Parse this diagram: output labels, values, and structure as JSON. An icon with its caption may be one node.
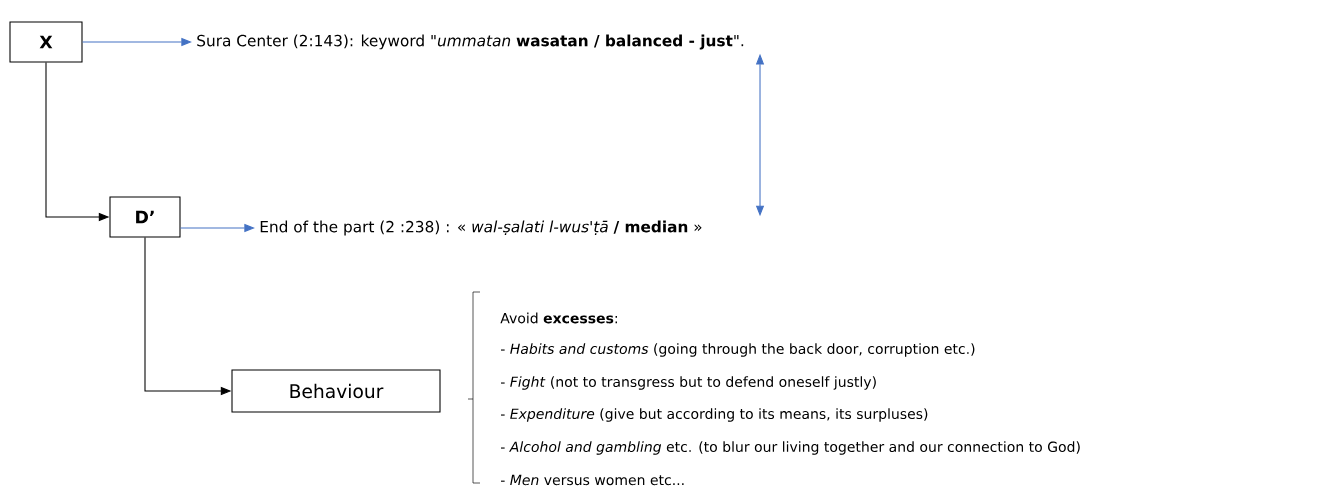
{
  "diagram": {
    "nodes": [
      {
        "text": [
          "X"
        ]
      },
      {
        "text": [
          "Sura Center (2:143): keyword \"*ummatan* **wasatan / balanced - just**\"."
        ]
      },
      {
        "text": [
          "D’"
        ]
      },
      {
        "text": [
          "End of the part (2 :238) : « *wal-ṣalati l-wus'ṭā* **/ median**  »"
        ]
      },
      {
        "text": [
          "Behaviour"
        ]
      }
    ],
    "edges": [
      {
        "from": 0,
        "to": 1,
        "arrow": "to"
      },
      {
        "from": 0,
        "to": 2,
        "arrow": "to",
        "color": "#000000"
      },
      {
        "from": 1,
        "to": 3,
        "arrow": "both"
      },
      {
        "from": 2,
        "to": 3,
        "arrow": "to"
      },
      {
        "from": 2,
        "to": 4,
        "arrow": "to",
        "color": "#000000"
      }
    ],
    "labels": [
      "Avoid **excesses**:",
      "- *Habits and customs* (going through the back door, corruption etc.)",
      "- *Fight* (not to transgress but to defend oneself justly)",
      "- *Expenditure* (give but according to its means, its surpluses)",
      "- *Alcohol and gambling* etc. (to blur our living together and our connection to God)",
      "- *Men* versus women etc..."
    ]
  }
}
